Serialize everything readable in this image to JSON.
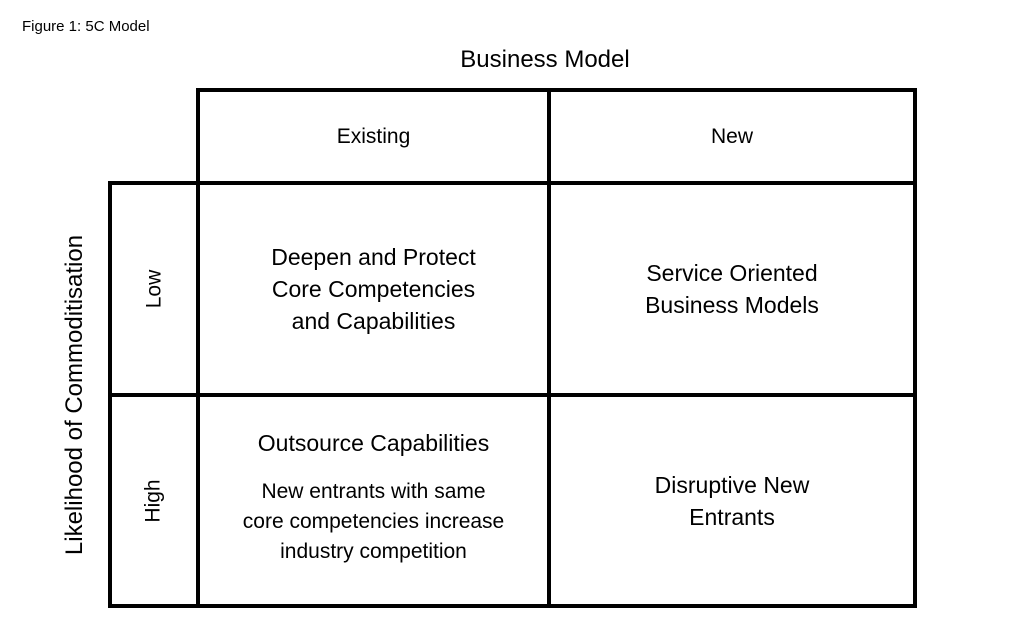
{
  "caption": "Figure 1: 5C Model",
  "x_axis_title": "Business Model",
  "y_axis_title": "Likelihood of Commoditisation",
  "columns": [
    "Existing",
    "New"
  ],
  "rows": [
    "Low",
    "High"
  ],
  "cells": {
    "low_existing": [
      "Deepen and Protect",
      "Core Competencies",
      "and Capabilities"
    ],
    "low_new": [
      "Service Oriented",
      "Business Models"
    ],
    "high_existing": {
      "title": "Outsource Capabilities",
      "note": [
        "New entrants with same",
        "core competencies increase",
        "industry competition"
      ]
    },
    "high_new": [
      "Disruptive New",
      "Entrants"
    ]
  }
}
